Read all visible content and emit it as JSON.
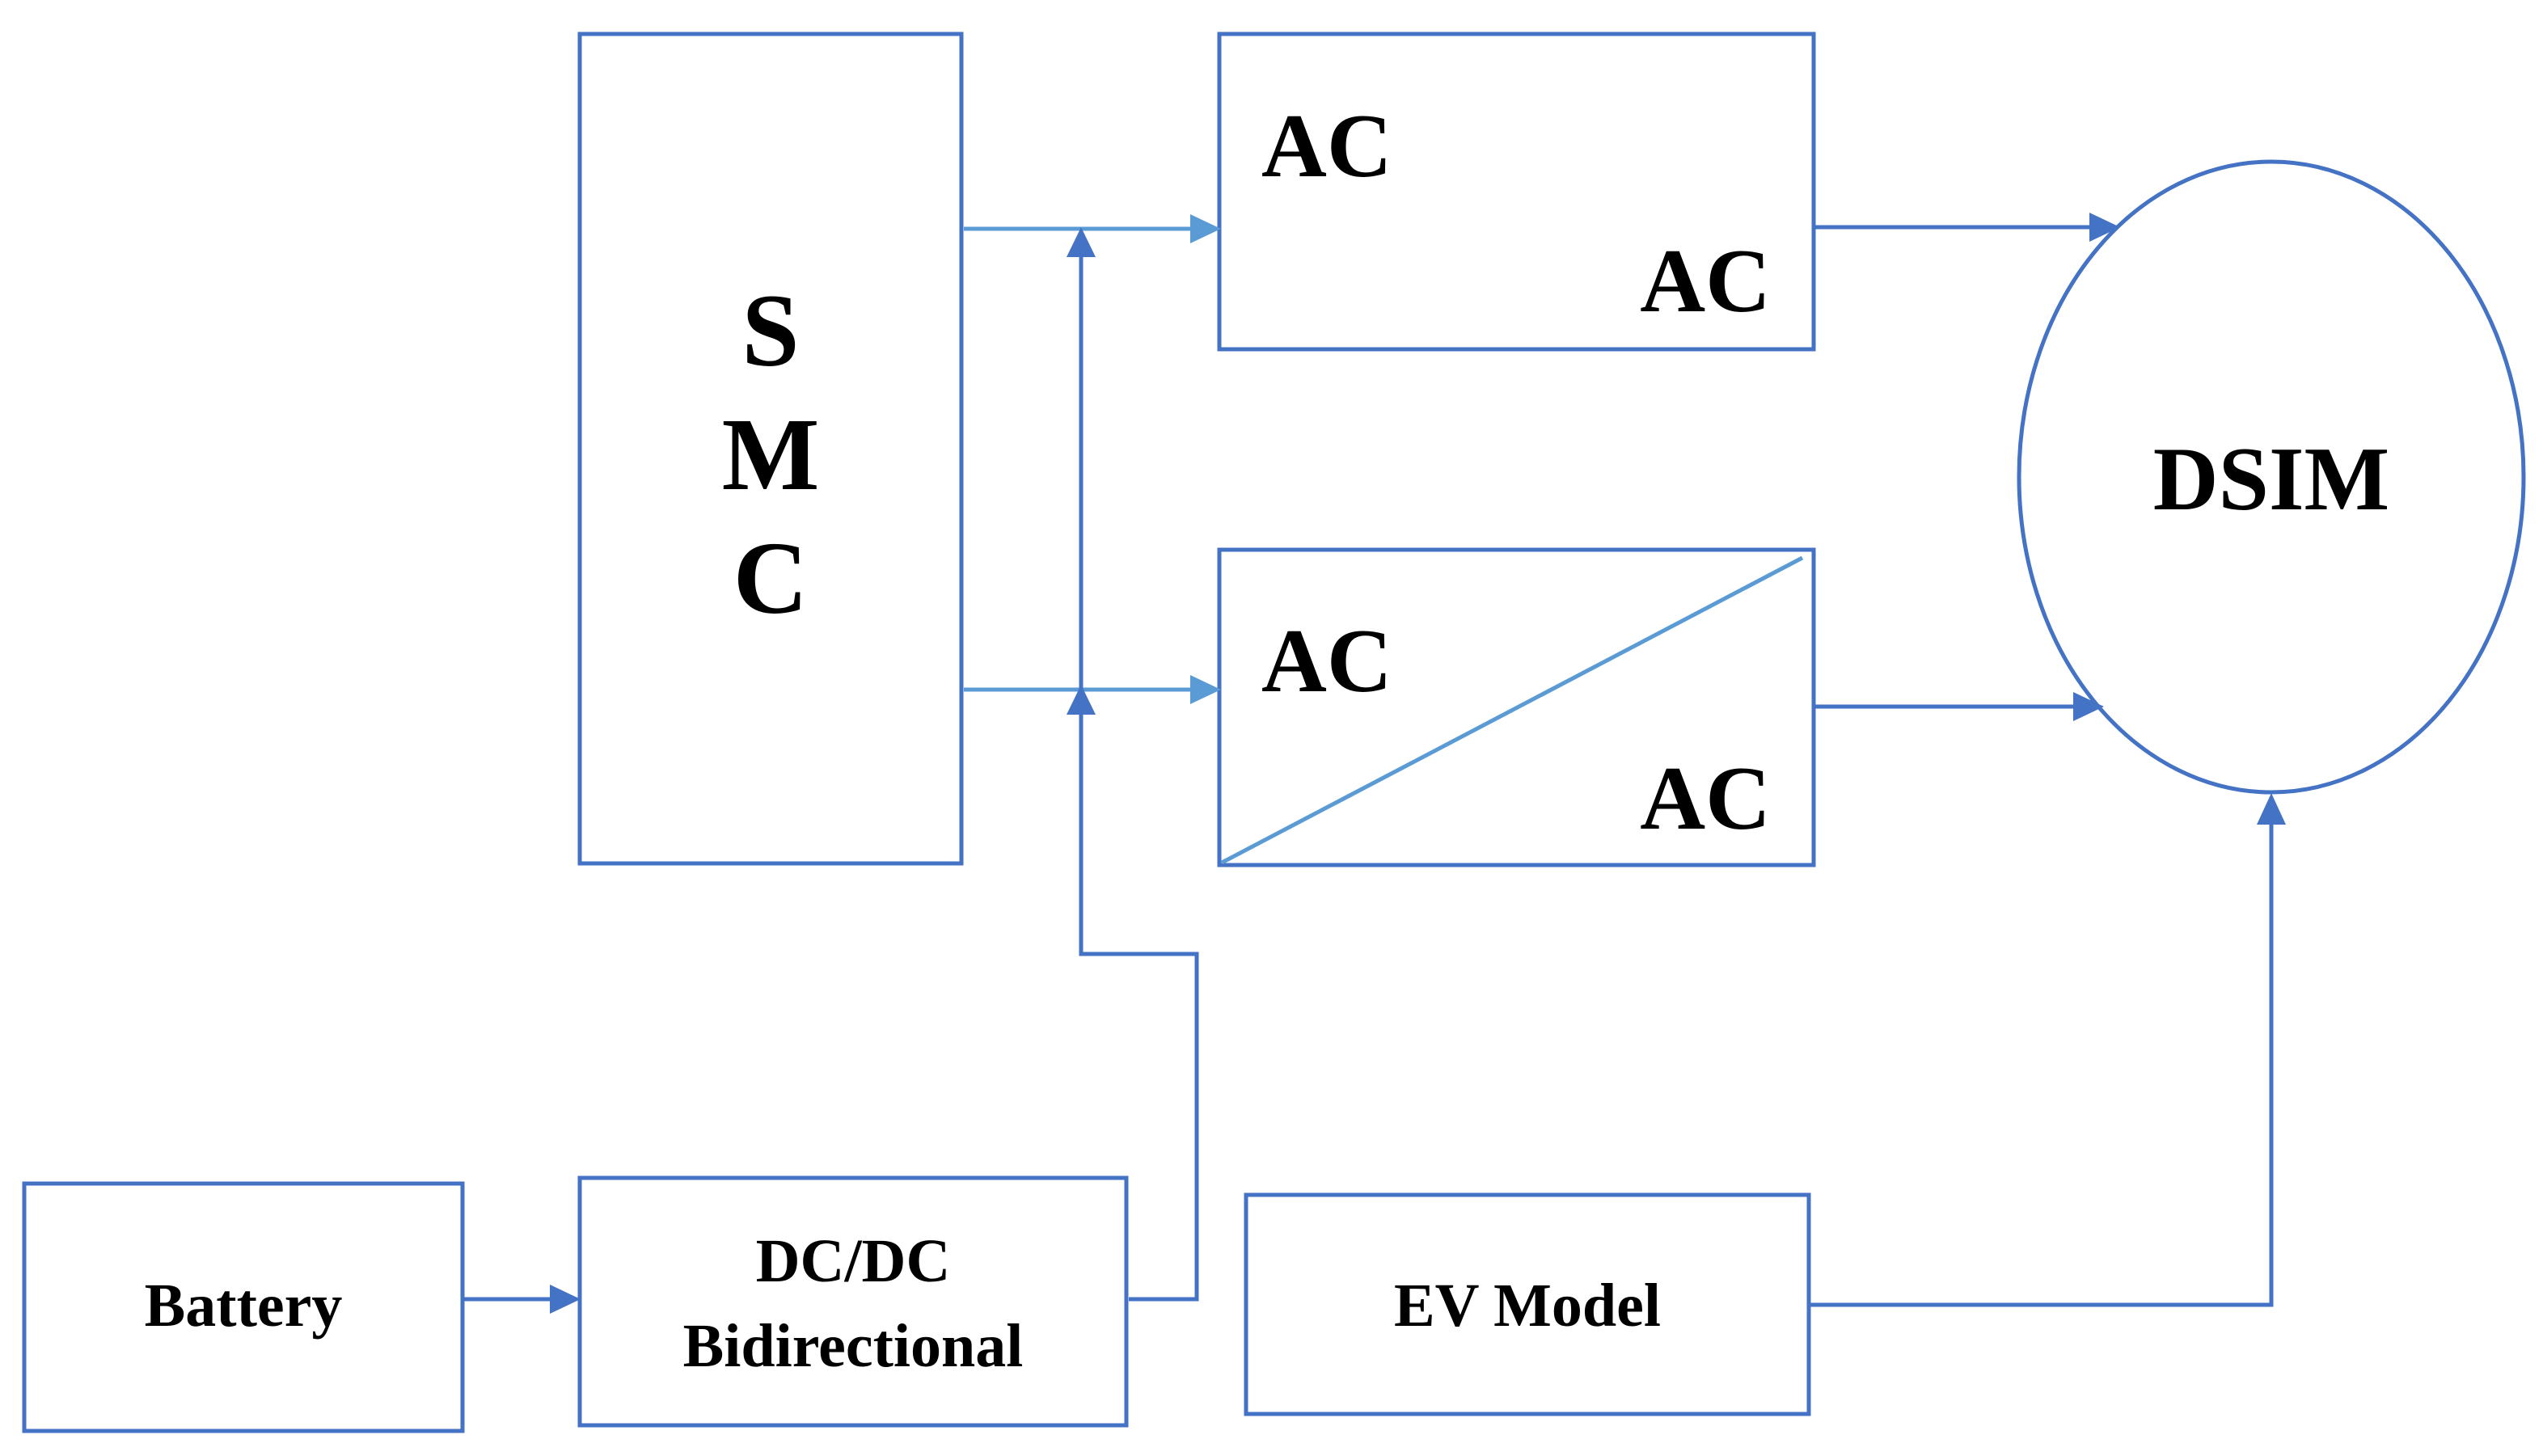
{
  "blocks": {
    "smc": {
      "line1": "S",
      "line2": "M",
      "line3": "C"
    },
    "converter_top": {
      "input": "AC",
      "output": "AC"
    },
    "converter_bottom": {
      "input": "AC",
      "output": "AC"
    },
    "motor": {
      "label": "DSIM"
    },
    "battery": {
      "label": "Battery"
    },
    "dcdc": {
      "line1": "DC/DC",
      "line2": "Bidirectional"
    },
    "ev_model": {
      "label": "EV Model"
    }
  },
  "colors": {
    "stroke": "#4472c4",
    "signal_line": "#5b9bd5",
    "text": "#000000",
    "background": "#ffffff"
  }
}
